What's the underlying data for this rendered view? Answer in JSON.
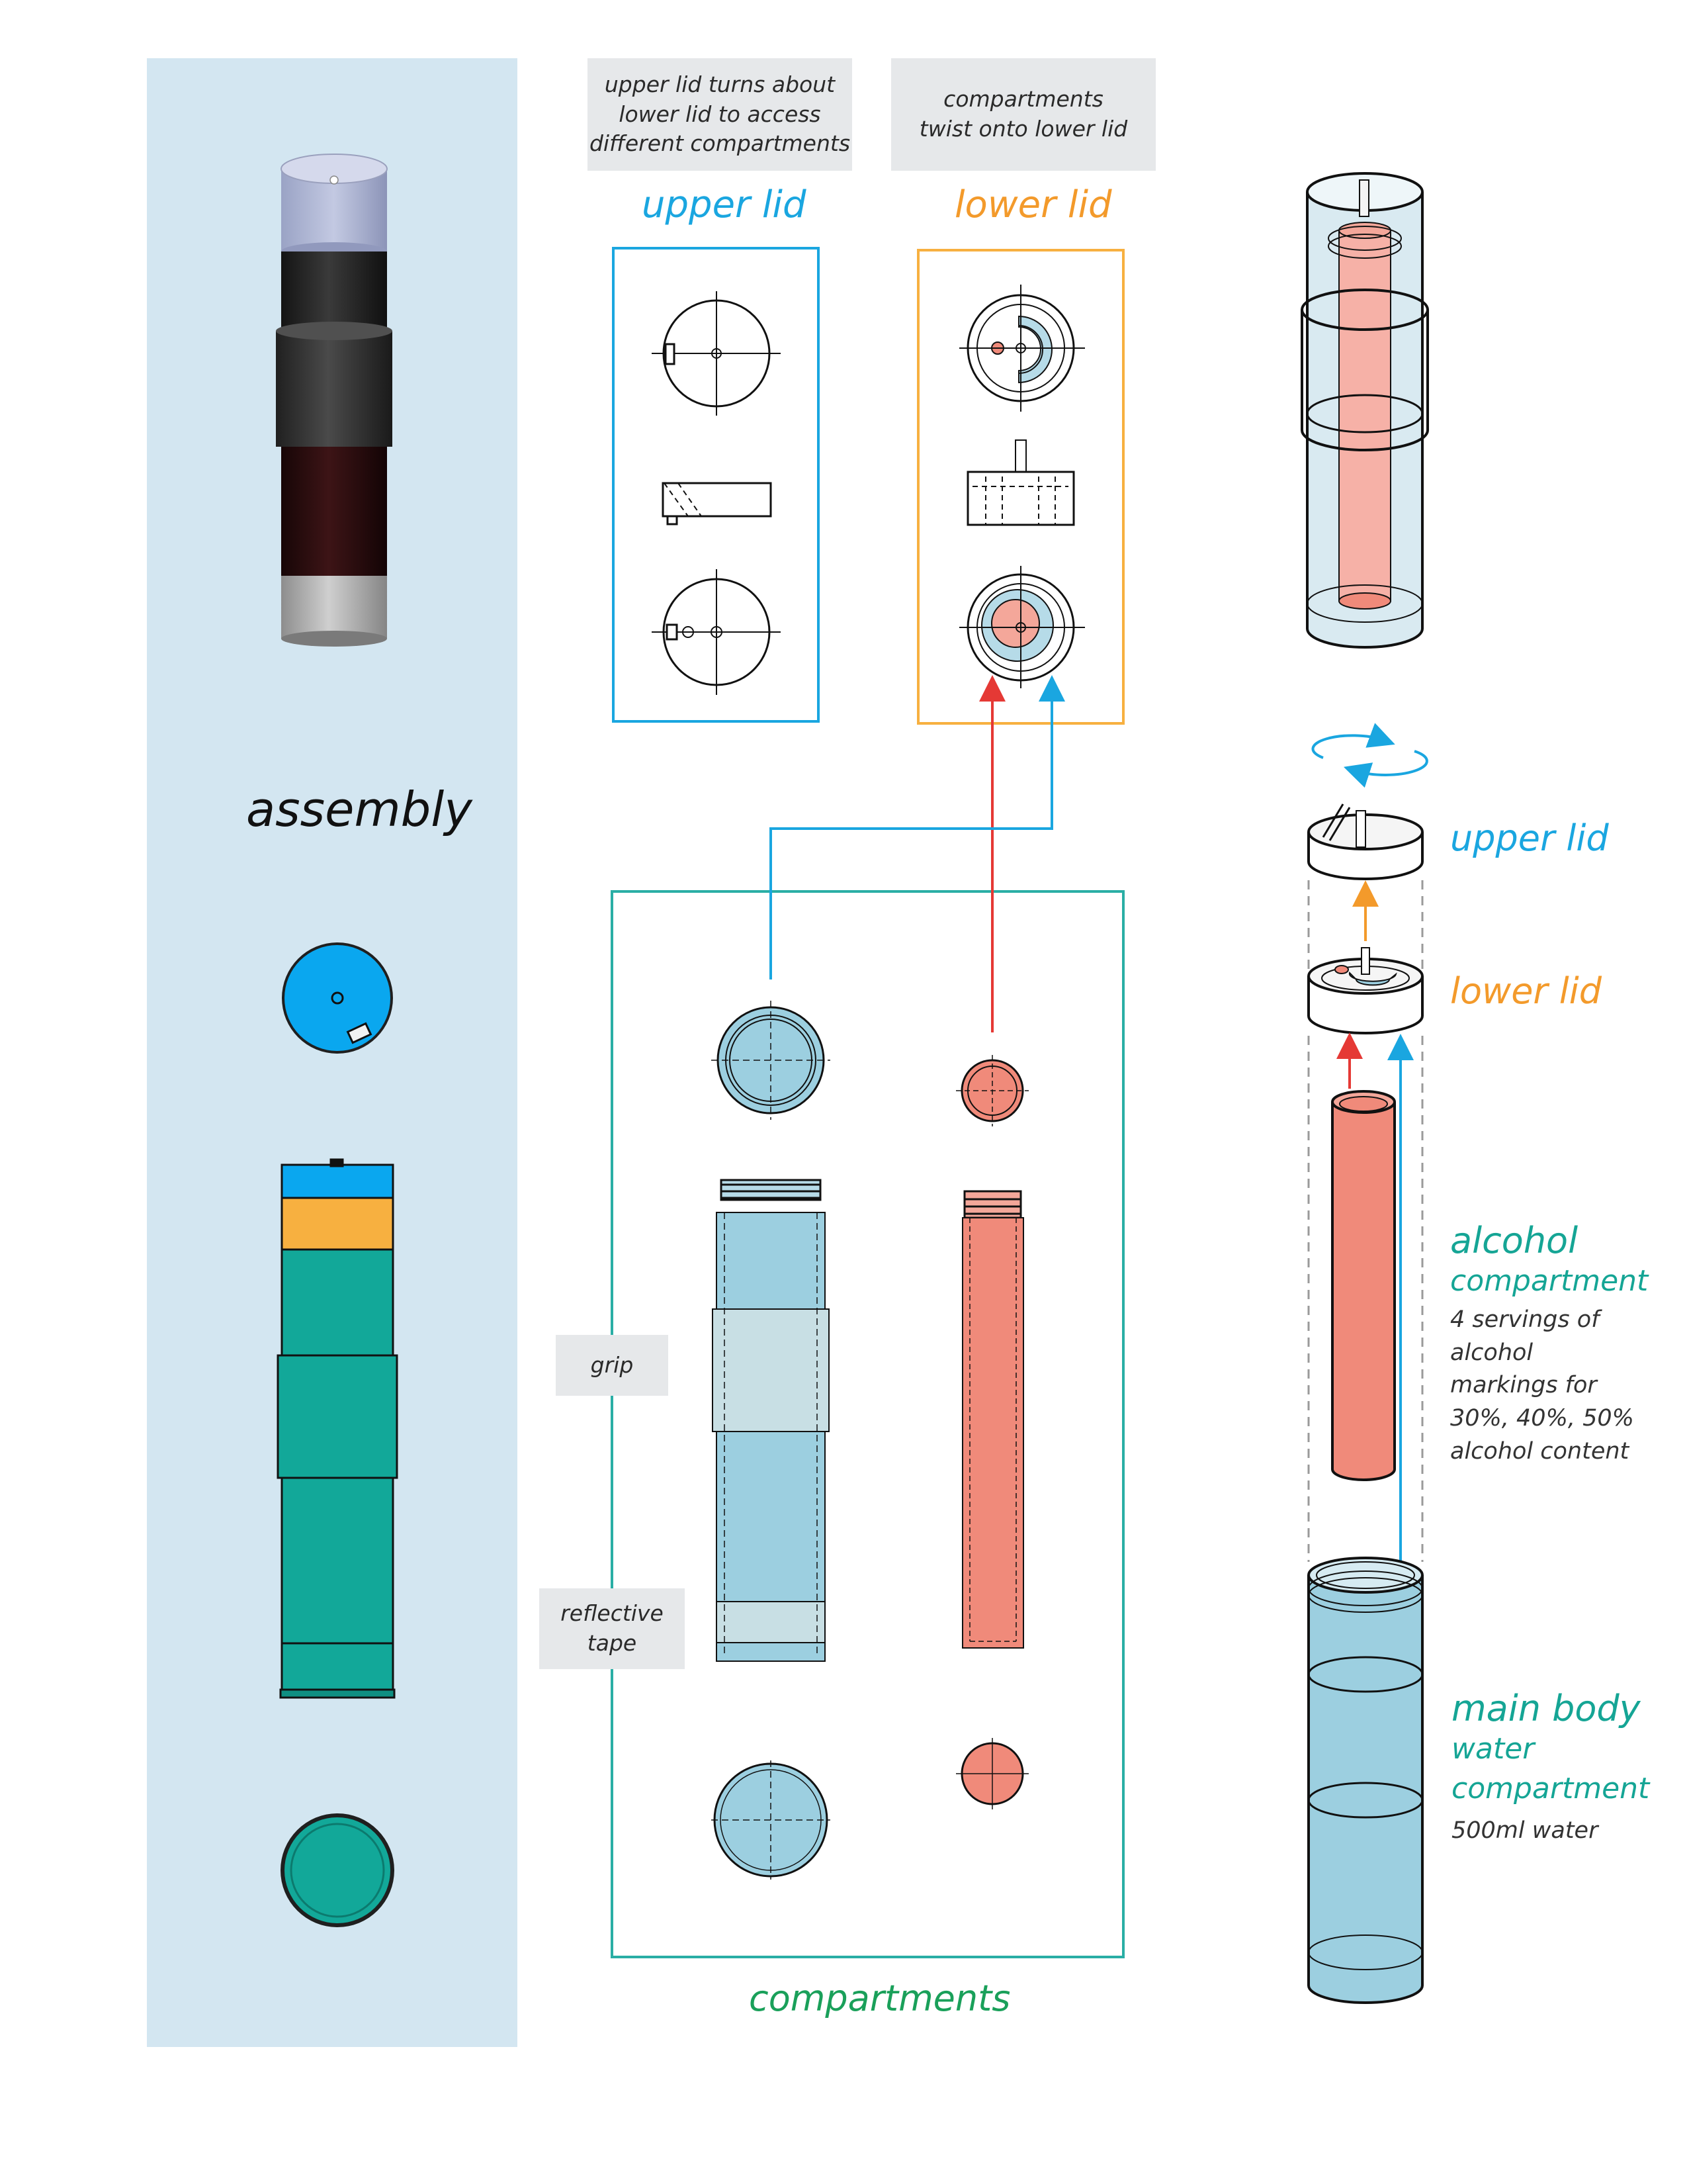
{
  "notes": {
    "upper_lid_note": "upper lid turns about\nlower lid to access\ndifferent compartments",
    "lower_lid_note": "compartments\ntwist onto lower lid",
    "grip": "grip",
    "reflective_tape": "reflective\ntape"
  },
  "labels": {
    "assembly": "assembly",
    "upper_lid_title": "upper lid",
    "lower_lid_title": "lower lid",
    "compartments_title": "compartments",
    "upper_lid_side": "upper lid",
    "lower_lid_side": "lower lid",
    "alcohol_title": "alcohol",
    "alcohol_sub": "compartment",
    "alcohol_desc": "4 servings of\nalcohol\nmarkings for\n30%, 40%, 50%\nalcohol content",
    "main_body_title": "main body",
    "water_sub1": "water",
    "water_sub2": "compartment",
    "water_desc": "500ml water"
  },
  "colors": {
    "panel_bg": "#d3e6f1",
    "upper_lid": "#1aa6e0",
    "lower_lid": "#f39a2b",
    "compartments_frame": "#2aaea5",
    "water_fill": "#9ccfe0",
    "alcohol_fill": "#f08a7a",
    "assembly_teal": "#12a899",
    "red_arrow": "#e53935",
    "blue_arrow": "#1aa6e0"
  }
}
